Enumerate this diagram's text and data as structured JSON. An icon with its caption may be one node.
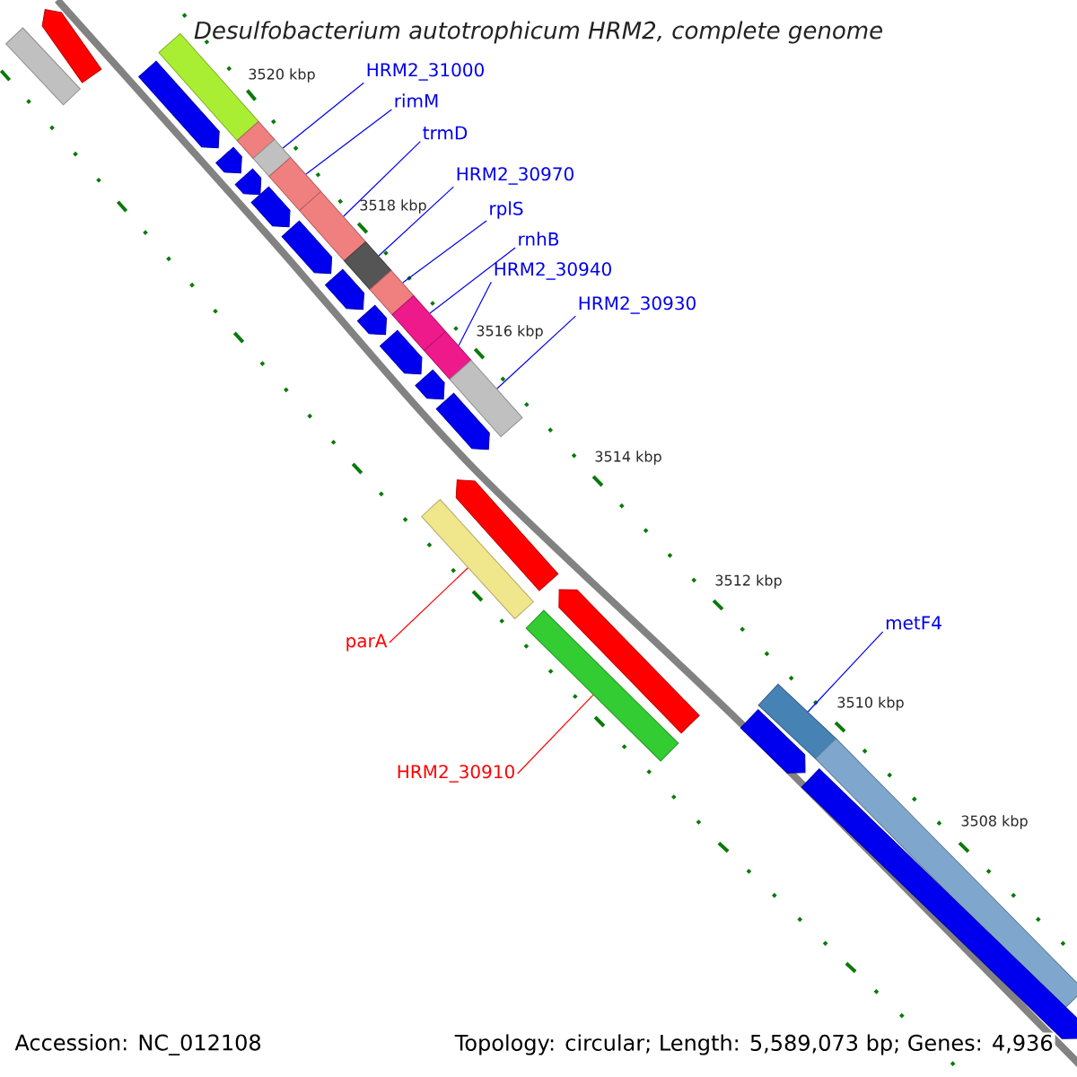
{
  "diagram": {
    "title": "Desulfobacterium autotrophicum HRM2, complete genome",
    "nodes": [
      {
        "text": [
          "HRM2_31000"
        ]
      },
      {
        "text": [
          "rimM"
        ]
      },
      {
        "text": [
          "trmD"
        ]
      },
      {
        "text": [
          "HRM2_30970"
        ]
      },
      {
        "text": [
          "rplS"
        ]
      },
      {
        "text": [
          "rnhB"
        ]
      },
      {
        "text": [
          "HRM2_30940"
        ]
      },
      {
        "text": [
          "HRM2_30930"
        ]
      },
      {
        "text": [
          "metF4"
        ]
      },
      {
        "text": [
          "parA"
        ]
      },
      {
        "text": [
          "HRM2_30910"
        ]
      },
      {
        "text": [],
        "shape": "arrow"
      },
      {
        "text": [],
        "shape": "bar"
      },
      {
        "text": [],
        "shape": "bar"
      },
      {
        "text": [],
        "shape": "arrow"
      },
      {
        "text": [],
        "shape": "bar"
      },
      {
        "text": [],
        "shape": "bar"
      },
      {
        "text": [],
        "shape": "arrow"
      },
      {
        "text": [],
        "shape": "bar"
      },
      {
        "text": [],
        "shape": "arrow"
      },
      {
        "text": [],
        "shape": "arrow"
      },
      {
        "text": [],
        "shape": "bar"
      },
      {
        "text": [],
        "shape": "arrow"
      },
      {
        "text": [],
        "shape": "bar"
      },
      {
        "text": [],
        "shape": "arrow"
      },
      {
        "text": [],
        "shape": "bar"
      },
      {
        "text": [],
        "shape": "bar"
      },
      {
        "text": [],
        "shape": "arrow"
      },
      {
        "text": [],
        "shape": "arrow"
      },
      {
        "text": [],
        "shape": "bar"
      },
      {
        "text": [],
        "shape": "bar"
      },
      {
        "text": [],
        "shape": "arrow"
      },
      {
        "text": [],
        "shape": "arrow"
      },
      {
        "text": [],
        "shape": "arrow"
      },
      {
        "text": [],
        "shape": "bar"
      },
      {
        "text": [],
        "shape": "arrow"
      },
      {
        "text": [],
        "shape": "bar"
      },
      {
        "text": [],
        "shape": "bar"
      },
      {
        "text": [],
        "shape": "arrow"
      },
      {
        "text": [],
        "shape": "bar"
      },
      {
        "text": [],
        "shape": "arrow"
      }
    ],
    "edges": [
      {
        "from": 0,
        "to": 16,
        "arrow": "none"
      },
      {
        "from": 1,
        "to": 18,
        "arrow": "none"
      },
      {
        "from": 2,
        "to": 21,
        "arrow": "none"
      },
      {
        "from": 3,
        "to": 23,
        "arrow": "none"
      },
      {
        "from": 4,
        "to": 25,
        "arrow": "none"
      },
      {
        "from": 5,
        "to": 26,
        "arrow": "none"
      },
      {
        "from": 6,
        "to": 29,
        "arrow": "none"
      },
      {
        "from": 7,
        "to": 30,
        "arrow": "none"
      },
      {
        "from": 8,
        "to": 37,
        "arrow": "none"
      },
      {
        "from": 9,
        "to": 34,
        "arrow": "none",
        "color": "#ff0000"
      },
      {
        "from": 10,
        "to": 36,
        "arrow": "none",
        "color": "#ff0000"
      }
    ],
    "labels": [
      "3520 kbp",
      "3518 kbp",
      "3516 kbp",
      "3514 kbp",
      "3512 kbp",
      "3510 kbp",
      "3508 kbp",
      "Accession: NC_012108",
      "Topology: circular; Length: 5,589,073 bp; Genes: 4,936"
    ]
  }
}
